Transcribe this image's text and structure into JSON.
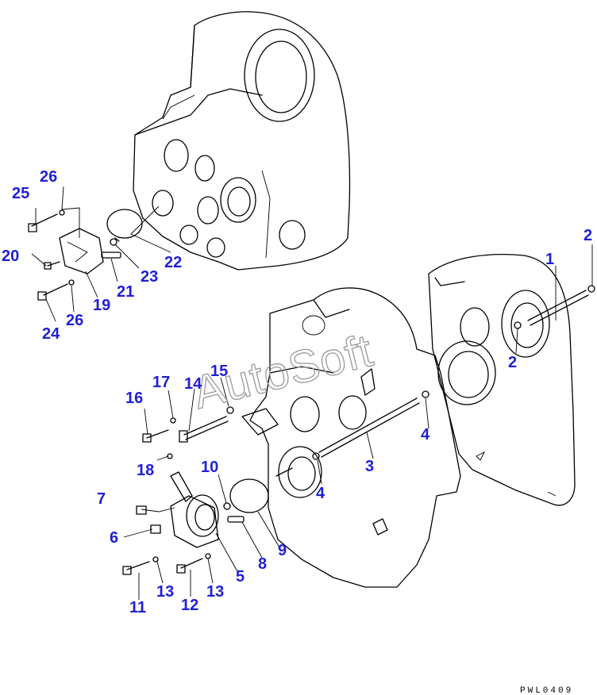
{
  "watermark": "AutoSoft",
  "figure_code": "PWL0409",
  "callouts": [
    {
      "id": "c1",
      "label": "1"
    },
    {
      "id": "c2a",
      "label": "2"
    },
    {
      "id": "c2b",
      "label": "2"
    },
    {
      "id": "c3",
      "label": "3"
    },
    {
      "id": "c4a",
      "label": "4"
    },
    {
      "id": "c4b",
      "label": "4"
    },
    {
      "id": "c5",
      "label": "5"
    },
    {
      "id": "c6",
      "label": "6"
    },
    {
      "id": "c7",
      "label": "7"
    },
    {
      "id": "c8",
      "label": "8"
    },
    {
      "id": "c9",
      "label": "9"
    },
    {
      "id": "c10",
      "label": "10"
    },
    {
      "id": "c11",
      "label": "11"
    },
    {
      "id": "c12",
      "label": "12"
    },
    {
      "id": "c13a",
      "label": "13"
    },
    {
      "id": "c13b",
      "label": "13"
    },
    {
      "id": "c14",
      "label": "14"
    },
    {
      "id": "c15",
      "label": "15"
    },
    {
      "id": "c16",
      "label": "16"
    },
    {
      "id": "c17",
      "label": "17"
    },
    {
      "id": "c18",
      "label": "18"
    },
    {
      "id": "c19",
      "label": "19"
    },
    {
      "id": "c20",
      "label": "20"
    },
    {
      "id": "c21",
      "label": "21"
    },
    {
      "id": "c22",
      "label": "22"
    },
    {
      "id": "c23",
      "label": "23"
    },
    {
      "id": "c24",
      "label": "24"
    },
    {
      "id": "c25",
      "label": "25"
    },
    {
      "id": "c26a",
      "label": "26"
    },
    {
      "id": "c26b",
      "label": "26"
    }
  ]
}
